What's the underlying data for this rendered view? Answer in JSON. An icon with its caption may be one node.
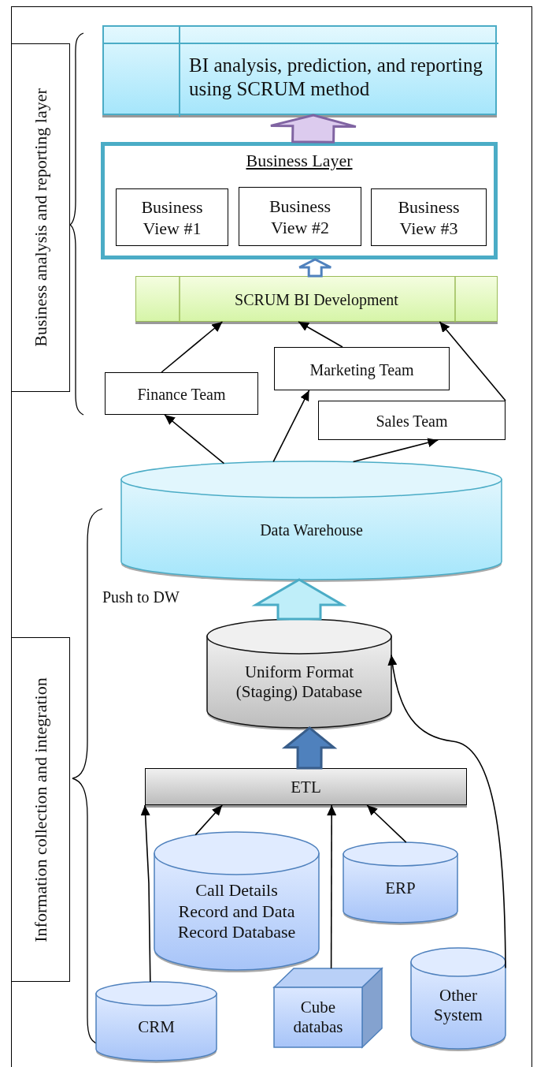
{
  "diagram": {
    "nodes": [
      {
        "text": [
          "Business analysis and reporting layer"
        ]
      },
      {
        "text": [
          "BI analysis, prediction, and reporting using SCRUM method"
        ]
      },
      {
        "text": [
          "Business Layer"
        ]
      },
      {
        "text": [
          "Business View #1"
        ],
        "in": 2
      },
      {
        "text": [
          "Business View #2"
        ],
        "in": 2
      },
      {
        "text": [
          "Business View #3"
        ],
        "in": 2
      },
      {
        "text": [
          "SCRUM BI Development"
        ]
      },
      {
        "text": [
          "Finance Team"
        ]
      },
      {
        "text": [
          "Marketing Team"
        ]
      },
      {
        "text": [
          "Sales Team"
        ]
      },
      {
        "text": [
          "Data Warehouse"
        ]
      },
      {
        "text": [
          "Uniform Format (Staging) Database"
        ]
      },
      {
        "text": [
          "ETL"
        ]
      },
      {
        "text": [
          "Call Details Record and Data Record Database"
        ]
      },
      {
        "text": [
          "ERP"
        ]
      },
      {
        "text": [
          "CRM"
        ]
      },
      {
        "text": [
          "Cube databas"
        ]
      },
      {
        "text": [
          "Other System"
        ]
      },
      {
        "text": [
          "Information collection and integration"
        ]
      }
    ],
    "edges": [
      {
        "from": 2,
        "to": 1,
        "arrow": "to",
        "style": "thick",
        "color": "#8064a2"
      },
      {
        "from": 6,
        "to": 2,
        "arrow": "to",
        "style": "thick",
        "color": "#4f81bd"
      },
      {
        "from": 7,
        "to": 6,
        "arrow": "to"
      },
      {
        "from": 8,
        "to": 6,
        "arrow": "to"
      },
      {
        "from": 9,
        "to": 6,
        "arrow": "to"
      },
      {
        "from": 10,
        "to": 7,
        "arrow": "to"
      },
      {
        "from": 10,
        "to": 8,
        "arrow": "to"
      },
      {
        "from": 10,
        "to": 9,
        "arrow": "to"
      },
      {
        "from": 11,
        "to": 10,
        "arrow": "to",
        "style": "thick",
        "color": "#4bacc6"
      },
      {
        "from": 12,
        "to": 11,
        "arrow": "to",
        "style": "thick",
        "color": "#385d8a"
      },
      {
        "from": 15,
        "to": 12,
        "arrow": "to"
      },
      {
        "from": 13,
        "to": 12,
        "arrow": "to"
      },
      {
        "from": 16,
        "to": 12,
        "arrow": "to"
      },
      {
        "from": 14,
        "to": 12,
        "arrow": "to"
      },
      {
        "from": 17,
        "to": 11,
        "arrow": "to"
      }
    ],
    "labels": [
      "Push to DW"
    ]
  }
}
